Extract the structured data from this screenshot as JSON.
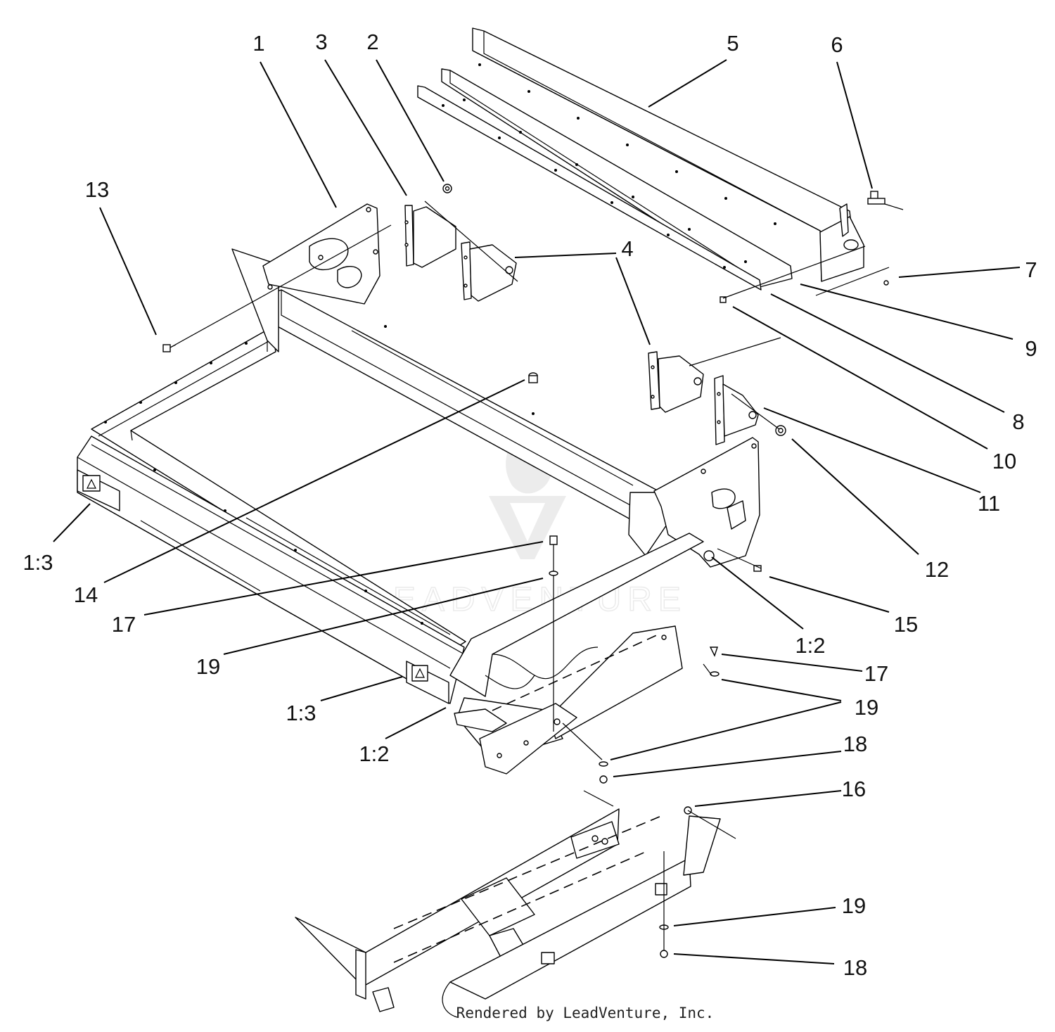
{
  "callouts": [
    {
      "id": "c-1",
      "text": "1"
    },
    {
      "id": "c-3",
      "text": "3"
    },
    {
      "id": "c-2",
      "text": "2"
    },
    {
      "id": "c-5",
      "text": "5"
    },
    {
      "id": "c-6",
      "text": "6"
    },
    {
      "id": "c-13",
      "text": "13"
    },
    {
      "id": "c-4",
      "text": "4"
    },
    {
      "id": "c-7",
      "text": "7"
    },
    {
      "id": "c-9",
      "text": "9"
    },
    {
      "id": "c-8",
      "text": "8"
    },
    {
      "id": "c-10",
      "text": "10"
    },
    {
      "id": "c-11",
      "text": "11"
    },
    {
      "id": "c-12",
      "text": "12"
    },
    {
      "id": "c-1-3a",
      "text": "1:3"
    },
    {
      "id": "c-14",
      "text": "14"
    },
    {
      "id": "c-17a",
      "text": "17"
    },
    {
      "id": "c-19a",
      "text": "19"
    },
    {
      "id": "c-15",
      "text": "15"
    },
    {
      "id": "c-1-2a",
      "text": "1:2"
    },
    {
      "id": "c-17b",
      "text": "17"
    },
    {
      "id": "c-19b",
      "text": "19"
    },
    {
      "id": "c-1-3b",
      "text": "1:3"
    },
    {
      "id": "c-18a",
      "text": "18"
    },
    {
      "id": "c-1-2b",
      "text": "1:2"
    },
    {
      "id": "c-16",
      "text": "16"
    },
    {
      "id": "c-19c",
      "text": "19"
    },
    {
      "id": "c-18b",
      "text": "18"
    }
  ],
  "watermark": "LEADVENTURE",
  "footer": "Rendered by LeadVenture, Inc."
}
